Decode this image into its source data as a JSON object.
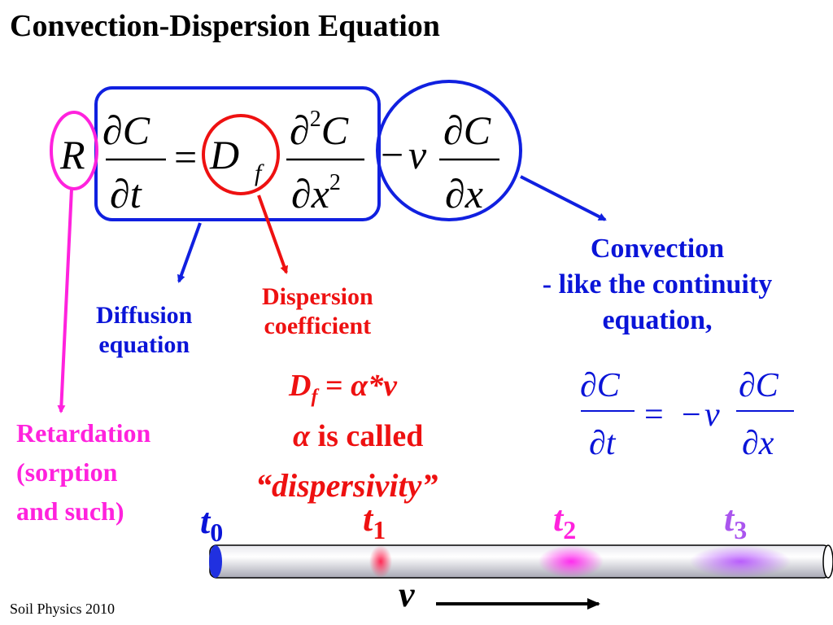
{
  "title": "Convection-Dispersion Equation",
  "equation": {
    "R": "R",
    "partial": "∂",
    "C": "C",
    "t": "t",
    "x": "x",
    "two": "2",
    "equals": "=",
    "D": "D",
    "f": "f",
    "minus": "−",
    "v": "v"
  },
  "labels": {
    "diffusion": [
      "Diffusion",
      "equation"
    ],
    "dispersion": [
      "Dispersion",
      "coefficient"
    ],
    "convection": [
      "Convection",
      "- like the continuity",
      "equation,"
    ],
    "retardation": [
      "Retardation",
      "(sorption",
      "and such)"
    ]
  },
  "dispersivity": {
    "D": "D",
    "f": "f",
    "eq": " = ",
    "alpha": "α",
    "star_v": "*v",
    "alpha2": "α",
    "is_called": " is called",
    "open_q": "“",
    "word": "dispersivity",
    "close_q": "”"
  },
  "times": [
    {
      "t": "t",
      "sub": "0"
    },
    {
      "t": "t",
      "sub": "1"
    },
    {
      "t": "t",
      "sub": "2"
    },
    {
      "t": "t",
      "sub": "3"
    }
  ],
  "velocity_label": "v",
  "footer": "Soil Physics 2010",
  "colors": {
    "blue": "#0a14d8",
    "red": "#ee1111",
    "magenta": "#ff22dd",
    "purple": "#aa55ee",
    "arrow_blue": "#1020e0"
  }
}
